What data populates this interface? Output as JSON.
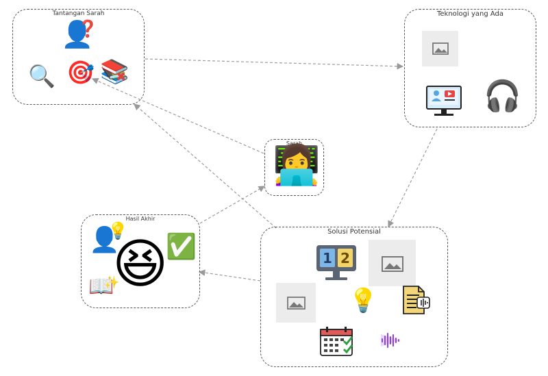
{
  "groups": {
    "tantangan": {
      "title": "Tantangan Sarah"
    },
    "teknologi": {
      "title": "Teknologi yang Ada"
    },
    "sarah": {
      "title": "Sarah"
    },
    "hasil": {
      "title": "Hasil Akhir"
    },
    "solusi": {
      "title": "Solusi Potensial"
    }
  },
  "icons": {
    "tantangan": [
      "person-question-icon",
      "magnifier-icon",
      "target-icon",
      "books-cross-icon"
    ],
    "teknologi": [
      "image-placeholder-icon",
      "monitor-video-icon",
      "headphones-icon"
    ],
    "sarah": [
      "woman-technologist-icon"
    ],
    "hasil": [
      "person-idea-icon",
      "laughing-face-icon",
      "check-mark-icon",
      "open-book-sparkle-icon"
    ],
    "solusi": [
      "monitor-numbers-icon",
      "image-placeholder-icon",
      "image-placeholder-icon",
      "light-bulb-icon",
      "audio-document-icon",
      "calendar-check-icon",
      "audio-wave-icon"
    ]
  },
  "colors": {
    "border": "#555555",
    "arrow": "#999999",
    "placeholder": "#ececec"
  }
}
